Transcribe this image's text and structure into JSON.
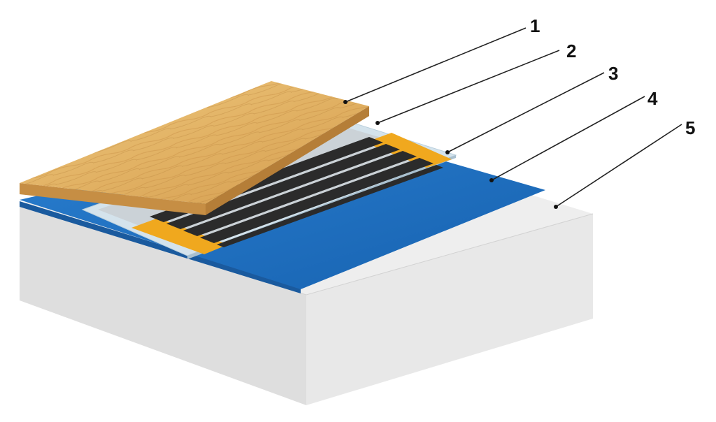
{
  "callouts": [
    {
      "label": "1",
      "layer": "laminate-board"
    },
    {
      "label": "2",
      "layer": "protective-film"
    },
    {
      "label": "3",
      "layer": "heating-film"
    },
    {
      "label": "4",
      "layer": "insulation-underlay"
    },
    {
      "label": "5",
      "layer": "concrete-base"
    }
  ],
  "colors": {
    "wood_light": "#e9c27a",
    "wood_mid": "#d9a85a",
    "wood_dark": "#c58f45",
    "blue_top": "#1e6fbf",
    "blue_side": "#1a5a9e",
    "copper_strip": "#f0a81e",
    "carbon_stripe": "#2a2a2a",
    "film_clear": "#d6e6ef",
    "concrete_top": "#ececec",
    "concrete_left": "#dcdcdc",
    "concrete_right": "#e6e6e6"
  }
}
